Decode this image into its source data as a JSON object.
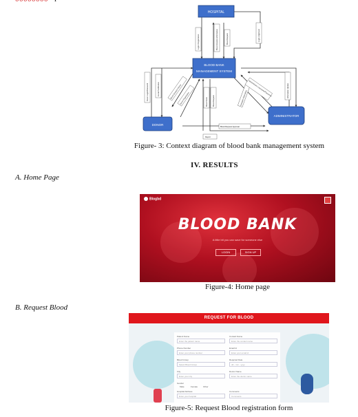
{
  "top_fragment": {
    "red_text": "00000000",
    "text": "f"
  },
  "diagram": {
    "nodes": {
      "hospital": "HOSPITAL",
      "system_line1": "BLOOD BANK",
      "system_line2": "MANAGEMENT SYSTEM",
      "donor": "DONOR",
      "administrator": "ADMINISTRATOR"
    },
    "flows": {
      "login_hospital": "Login / Registration",
      "blood_donation_info": "Blood donation information",
      "blood_request": "Blood Request",
      "login_approval": "Login / Approval",
      "donor_login": "Donor Login/Password",
      "e_mail_notification": "E-mail Notification",
      "blood_donation_history": "Blood donation history",
      "donor_registration": "Donor Registration",
      "blood_stock": "Blood Stock",
      "blood_request2": "Blood Request",
      "donation_information": "Donation Information",
      "admin_login": "Administrator Username/Password",
      "information_update": "Information Update",
      "blood_request_approval": "Blood Request Approval",
      "report": "Report"
    },
    "caption": "Figure- 3: Context diagram of blood bank management system"
  },
  "section_heading": "IV. RESULTS",
  "subsections": [
    {
      "label": "A. Home Page"
    },
    {
      "label": "B. Request Blood"
    }
  ],
  "home_page": {
    "logo": "Blogbd",
    "title": "BLOOD BANK",
    "tagline": "A little bit you can save for someone else",
    "buttons": [
      "LOGIN",
      "SIGN UP"
    ],
    "caption": "Figure-4: Home page"
  },
  "request_blood": {
    "bar_title": "REQUEST FOR BLOOD",
    "fields": [
      {
        "label": "Patient Name",
        "placeholder": "Enter the patient name"
      },
      {
        "label": "Contact Name",
        "placeholder": "Enter the contact name"
      },
      {
        "label": "Phone Number",
        "placeholder": "Enter your phone number"
      },
      {
        "label": "Email Id",
        "placeholder": "Enter your email id"
      },
      {
        "label": "Blood Group",
        "placeholder": "Select Blood Group"
      },
      {
        "label": "Required Date",
        "placeholder": "dd - mm - yyyy"
      },
      {
        "label": "City",
        "placeholder": "Enter your city"
      },
      {
        "label": "Doctor Name",
        "placeholder": "Enter the doctor name"
      },
      {
        "label": "Hospital Address",
        "placeholder": "Enter your hospital"
      },
      {
        "label": "Comments",
        "placeholder": "Comments"
      }
    ],
    "gender": {
      "label": "Gender",
      "options": [
        "Male",
        "Female",
        "Other"
      ]
    },
    "caption": "Figure-5: Request Blood registration form"
  },
  "colors": {
    "node_blue": "#3e6fcb",
    "node_border": "#1f3f7f",
    "red": "#e0161c"
  }
}
